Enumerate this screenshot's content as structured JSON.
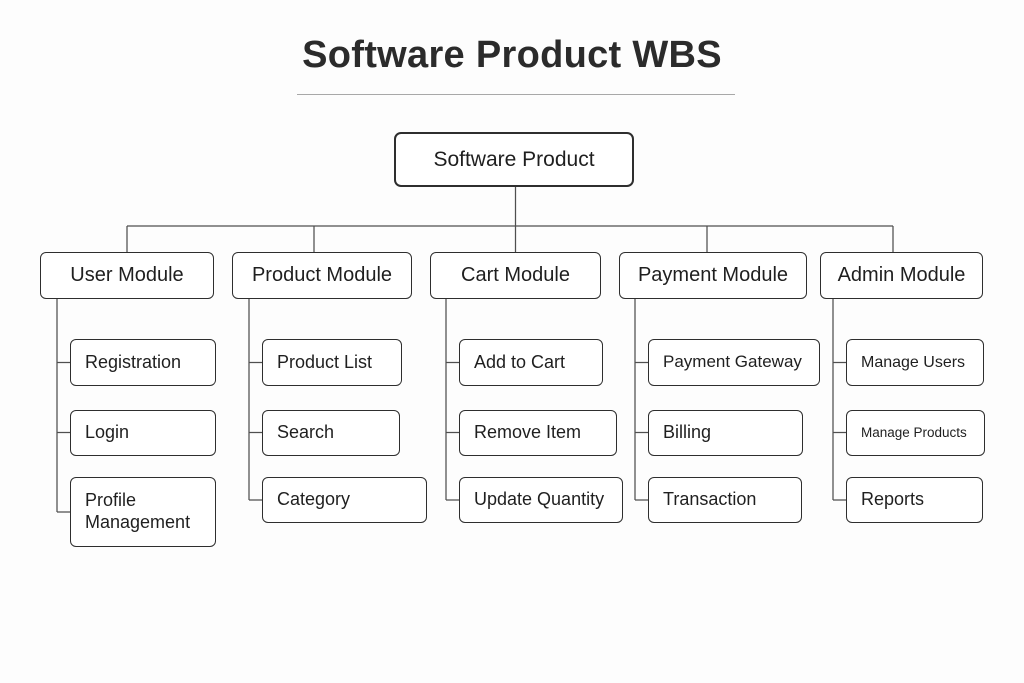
{
  "title": "Software Product WBS",
  "root": {
    "label": "Software Product"
  },
  "modules": [
    {
      "label": "User Module",
      "children": [
        "Registration",
        "Login",
        "Profile Management"
      ]
    },
    {
      "label": "Product Module",
      "children": [
        "Product List",
        "Search",
        "Category"
      ]
    },
    {
      "label": "Cart Module",
      "children": [
        "Add to Cart",
        "Remove Item",
        "Update Quantity"
      ]
    },
    {
      "label": "Payment Module",
      "children": [
        "Payment Gateway",
        "Billing",
        "Transaction"
      ]
    },
    {
      "label": "Admin Module",
      "children": [
        "Manage Users",
        "Manage Products",
        "Reports"
      ]
    }
  ],
  "colors": {
    "background": "#fdfdfd",
    "box_fill": "#ffffff",
    "box_border": "#2e2e2e",
    "line": "#4f4f4f",
    "text": "#1f1f1f",
    "title_color": "#2b2b2b",
    "underline": "#a8a8a8"
  }
}
